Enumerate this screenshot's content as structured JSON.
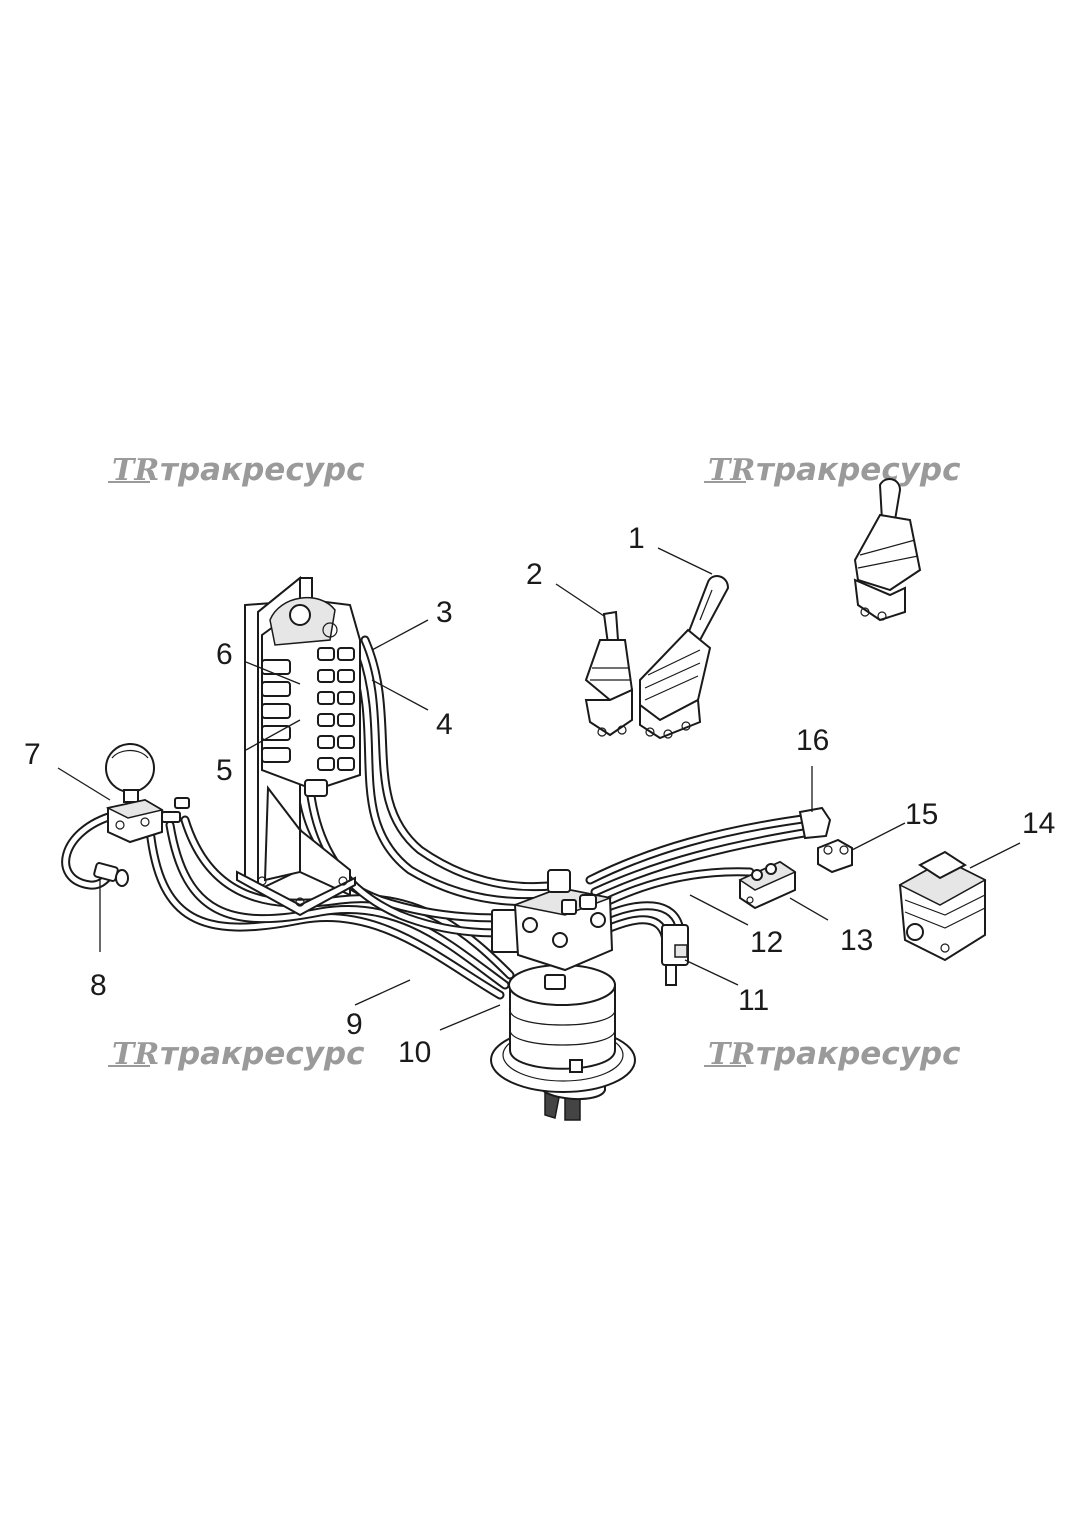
{
  "watermark": {
    "logo": "TR",
    "text": "тракресурс",
    "color": "#9a9a9a"
  },
  "callouts": [
    "1",
    "2",
    "3",
    "4",
    "5",
    "6",
    "7",
    "8",
    "9",
    "10",
    "11",
    "12",
    "13",
    "14",
    "15",
    "16"
  ],
  "parts": {
    "joystick_right": "joystick-icon",
    "joystick_left": "joystick-icon",
    "joystick_detail": "joystick-icon",
    "control_valve": "valve-block-icon",
    "accumulator_block": "accumulator-icon",
    "swing_motor": "swing-motor-icon",
    "pedal_valve": "pedal-valve-icon",
    "manifold": "manifold-icon",
    "solenoid_valve": "solenoid-icon",
    "fitting": "fitting-icon"
  }
}
